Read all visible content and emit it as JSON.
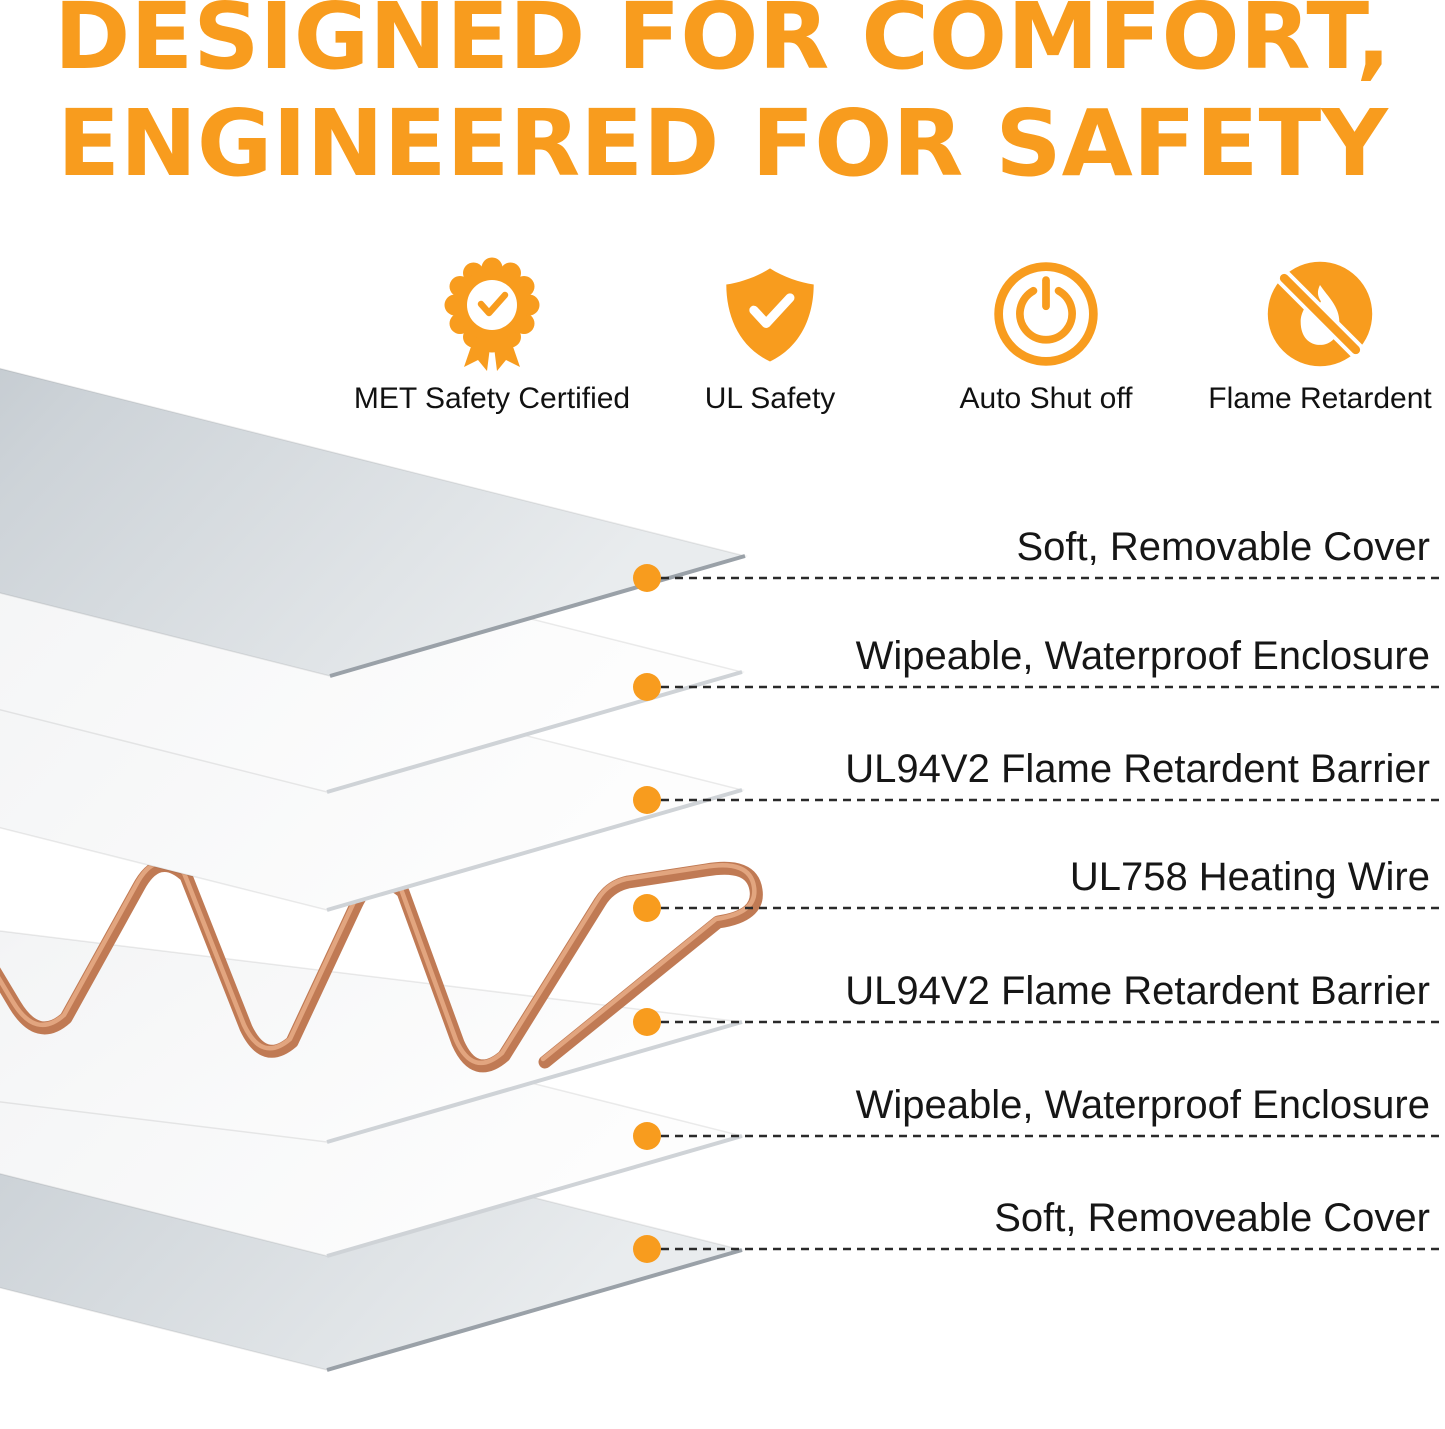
{
  "title": {
    "line1": "DESIGNED FOR COMFORT,",
    "line2": "ENGINEERED FOR SAFETY"
  },
  "badges": [
    {
      "icon": "met-certified-medal-icon",
      "label": "MET Safety Certified"
    },
    {
      "icon": "ul-safety-shield-icon",
      "label": "UL Safety"
    },
    {
      "icon": "auto-shutoff-power-icon",
      "label": "Auto Shut off"
    },
    {
      "icon": "flame-retardant-icon",
      "label": "Flame Retardent"
    }
  ],
  "layers": [
    {
      "label": "Soft, Removable Cover"
    },
    {
      "label": "Wipeable, Waterproof Enclosure"
    },
    {
      "label": "UL94V2 Flame Retardent Barrier"
    },
    {
      "label": "UL758 Heating Wire"
    },
    {
      "label": "UL94V2 Flame Retardent Barrier"
    },
    {
      "label": "Wipeable, Waterproof Enclosure"
    },
    {
      "label": "Soft, Removeable Cover"
    }
  ],
  "colors": {
    "accent": "#F89C1E",
    "copper": "#C07A54",
    "text": "#161616"
  }
}
